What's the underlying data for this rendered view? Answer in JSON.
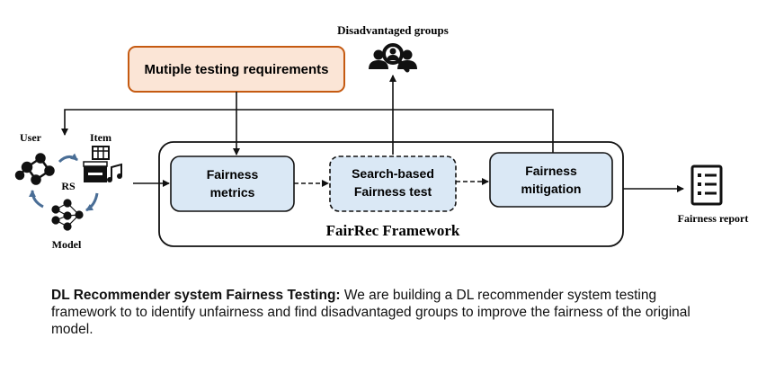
{
  "diagram": {
    "disadvantaged_label": "Disadvantaged groups",
    "requirements_label": "Mutiple testing requirements",
    "user_label": "User",
    "item_label": "Item",
    "rs_label": "RS",
    "model_label": "Model",
    "framework_label": "FairRec Framework",
    "metrics_line1": "Fairness",
    "metrics_line2": "metrics",
    "search_line1": "Search-based",
    "search_line2": "Fairness test",
    "mitigation_line1": "Fairness",
    "mitigation_line2": "mitigation",
    "report_label": "Fairness report",
    "colors": {
      "requirements_fill": "#fbe5d6",
      "requirements_stroke": "#c55a11",
      "module_fill": "#dae8f5",
      "cycle_arrow": "#4a6e96"
    }
  },
  "caption": {
    "title": "DL Recommender system Fairness Testing:",
    "body": " We are building a DL recommender system testing framework to to identify unfairness and find disadvantaged groups to improve the fairness of the original model."
  }
}
